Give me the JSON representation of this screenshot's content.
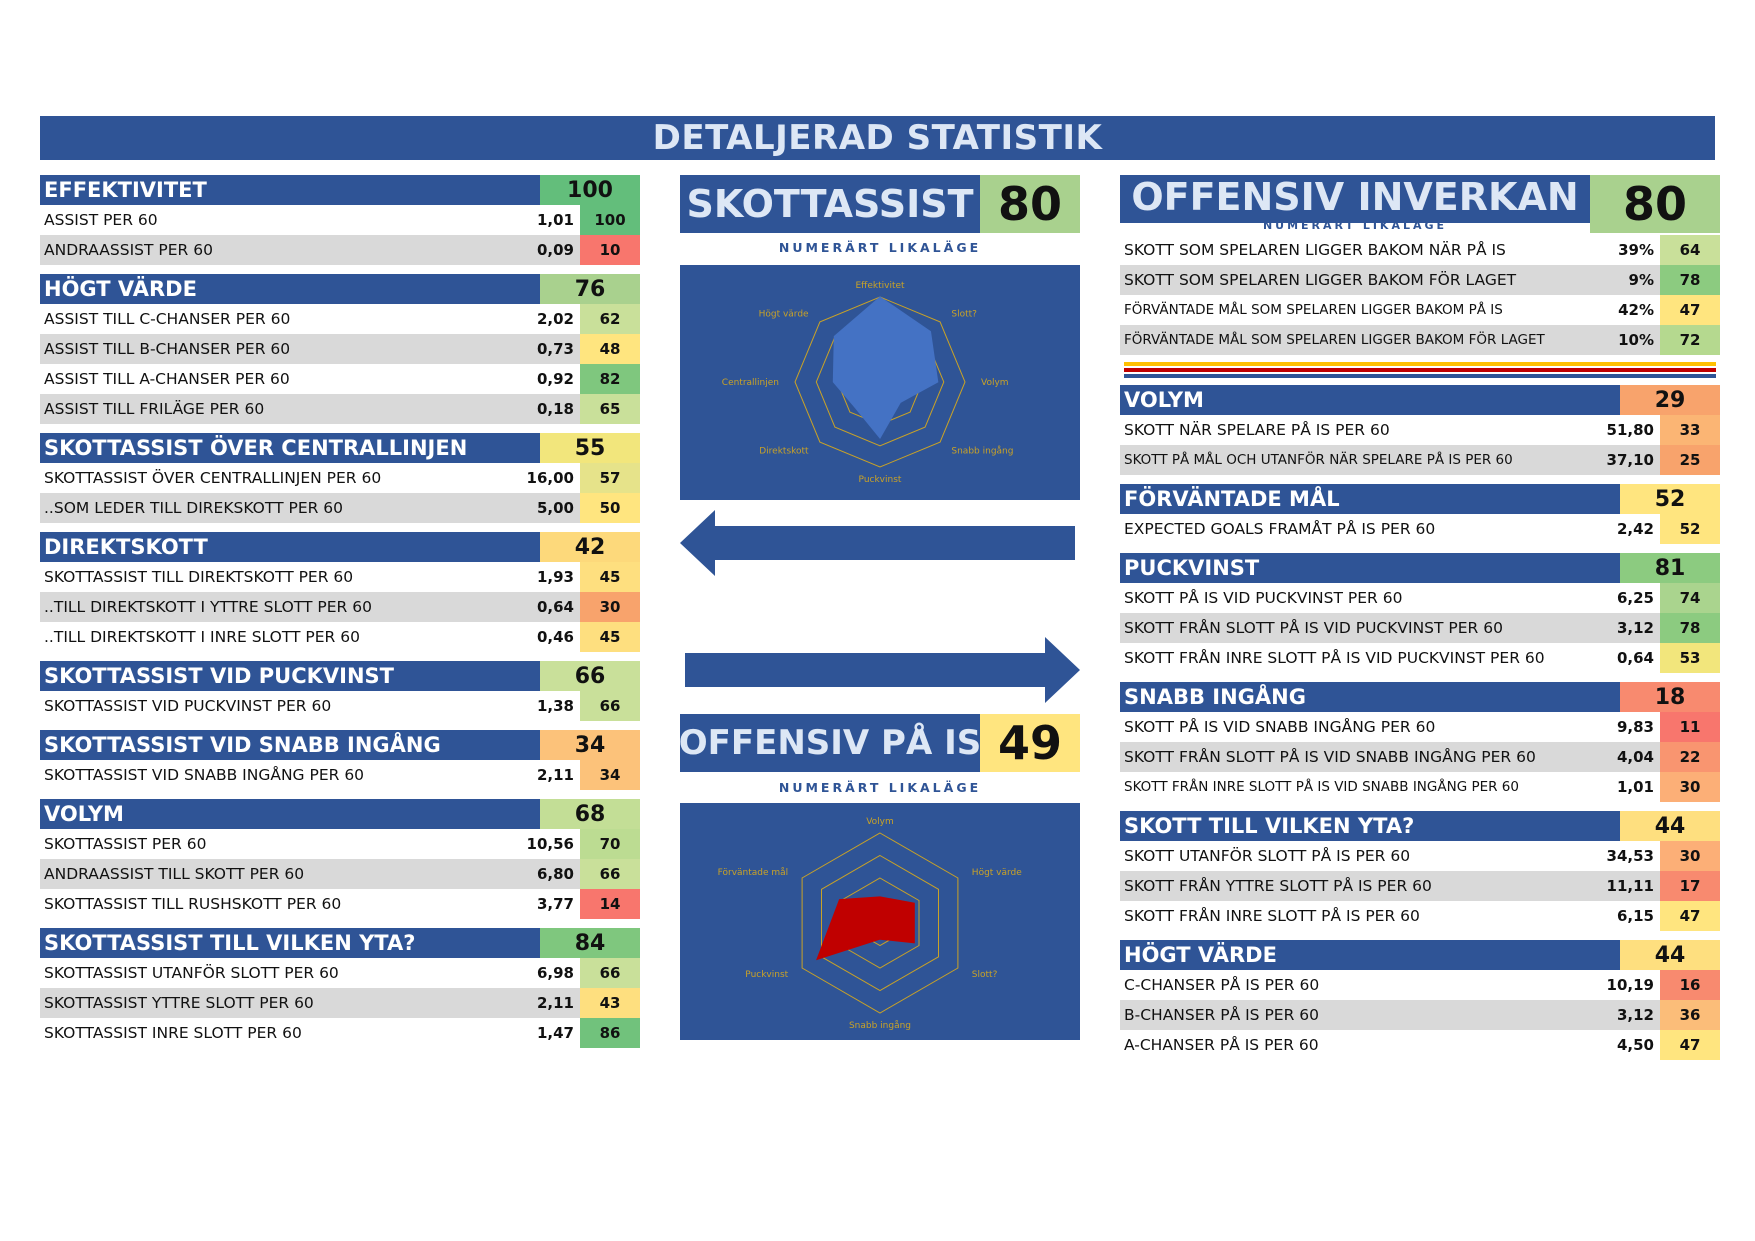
{
  "title": "DETALJERAD STATISTIK",
  "colors": {
    "header_blue": "#2f5496",
    "green_dark": "#63be7b",
    "green": "#a9d18e",
    "green_light": "#c9e09a",
    "yellow": "#ffe57f",
    "orange_light": "#fcc27a",
    "orange": "#f8a36c",
    "red": "#f8766d",
    "radar_blue": "#4472c4",
    "radar_red": "#c00000",
    "radar_grid": "#c9a227"
  },
  "left": [
    {
      "title": "EFFEKTIVITET",
      "score": "100",
      "color": "#63be7b",
      "rows": [
        {
          "label": "ASSIST PER 60",
          "value": "1,01",
          "score": "100",
          "color": "#63be7b"
        },
        {
          "label": "ANDRAASSIST PER 60",
          "value": "0,09",
          "score": "10",
          "color": "#f8766d"
        }
      ]
    },
    {
      "title": "HÖGT VÄRDE",
      "score": "76",
      "color": "#a9d18e",
      "rows": [
        {
          "label": "ASSIST TILL C-CHANSER PER 60",
          "value": "2,02",
          "score": "62",
          "color": "#c9e09a"
        },
        {
          "label": "ASSIST TILL B-CHANSER PER 60",
          "value": "0,73",
          "score": "48",
          "color": "#ffe57f"
        },
        {
          "label": "ASSIST TILL A-CHANSER PER 60",
          "value": "0,92",
          "score": "82",
          "color": "#7fc77e"
        },
        {
          "label": "ASSIST TILL FRILÄGE PER 60",
          "value": "0,18",
          "score": "65",
          "color": "#c9e09a"
        }
      ]
    },
    {
      "title": "SKOTTASSIST ÖVER CENTRALLINJEN",
      "score": "55",
      "color": "#f2e67c",
      "rows": [
        {
          "label": "SKOTTASSIST ÖVER CENTRALLINJEN PER 60",
          "value": "16,00",
          "score": "57",
          "color": "#e6e38a"
        },
        {
          "label": "..SOM LEDER TILL DIREKSKOTT PER 60",
          "value": "5,00",
          "score": "50",
          "color": "#ffe57f"
        }
      ]
    },
    {
      "title": "DIREKTSKOTT",
      "score": "42",
      "color": "#fdd97b",
      "rows": [
        {
          "label": "SKOTTASSIST TILL DIREKTSKOTT PER 60",
          "value": "1,93",
          "score": "45",
          "color": "#fedf7f"
        },
        {
          "label": "..TILL DIREKTSKOTT I YTTRE SLOTT PER 60",
          "value": "0,64",
          "score": "30",
          "color": "#f8a36c"
        },
        {
          "label": "..TILL DIREKTSKOTT I INRE SLOTT PER 60",
          "value": "0,46",
          "score": "45",
          "color": "#fedf7f"
        }
      ]
    },
    {
      "title": "SKOTTASSIST VID PUCKVINST",
      "score": "66",
      "color": "#c9e09a",
      "rows": [
        {
          "label": "SKOTTASSIST VID PUCKVINST PER 60",
          "value": "1,38",
          "score": "66",
          "color": "#c9e09a"
        }
      ]
    },
    {
      "title": "SKOTTASSIST VID SNABB INGÅNG",
      "score": "34",
      "color": "#fcc27a",
      "rows": [
        {
          "label": "SKOTTASSIST VID SNABB INGÅNG PER 60",
          "value": "2,11",
          "score": "34",
          "color": "#fcc27a"
        }
      ]
    },
    {
      "title": "VOLYM",
      "score": "68",
      "color": "#c3de96",
      "rows": [
        {
          "label": "SKOTTASSIST PER 60",
          "value": "10,56",
          "score": "70",
          "color": "#bcdc92"
        },
        {
          "label": "ANDRAASSIST TILL SKOTT PER 60",
          "value": "6,80",
          "score": "66",
          "color": "#c9e09a"
        },
        {
          "label": "SKOTTASSIST TILL RUSHSKOTT PER 60",
          "value": "3,77",
          "score": "14",
          "color": "#f8766d"
        }
      ]
    },
    {
      "title": "SKOTTASSIST TILL VILKEN YTA?",
      "score": "84",
      "color": "#7fc77e",
      "rows": [
        {
          "label": "SKOTTASSIST UTANFÖR SLOTT PER 60",
          "value": "6,98",
          "score": "66",
          "color": "#c9e09a"
        },
        {
          "label": "SKOTTASSIST YTTRE SLOTT PER 60",
          "value": "2,11",
          "score": "43",
          "color": "#fedf7f"
        },
        {
          "label": "SKOTTASSIST INRE SLOTT PER 60",
          "value": "1,47",
          "score": "86",
          "color": "#71c27c"
        }
      ]
    }
  ],
  "middle": {
    "top": {
      "title": "SKOTTASSIST",
      "score": "80",
      "color": "#a9d18e",
      "caption": "NUMERÄRT LIKALÄGE",
      "radar_labels": [
        "Effektivitet",
        "Slott?",
        "Volym",
        "Snabb ingång",
        "Puckvinst",
        "Direktskott",
        "Centrallinjen",
        "Högt värde"
      ],
      "radar_values": [
        100,
        84,
        68,
        34,
        66,
        42,
        55,
        76
      ]
    },
    "bottom": {
      "title": "OFFENSIV PÅ IS",
      "score": "49",
      "color": "#ffe57f",
      "caption": "NUMERÄRT LIKALÄGE",
      "radar_labels": [
        "Volym",
        "Högt värde",
        "Slott?",
        "Snabb ingång",
        "Puckvinst",
        "Förväntade mål"
      ],
      "radar_values": [
        29,
        44,
        44,
        18,
        81,
        52
      ]
    }
  },
  "right_top": {
    "title": "OFFENSIV INVERKAN",
    "caption": "NUMERÄRT LIKALÄGE",
    "score": "80",
    "color": "#a9d18e",
    "rows": [
      {
        "label": "SKOTT SOM SPELAREN LIGGER BAKOM NÄR PÅ IS",
        "value": "39%",
        "score": "64",
        "color": "#c9e09a"
      },
      {
        "label": "SKOTT SOM SPELAREN LIGGER BAKOM FÖR LAGET",
        "value": "9%",
        "score": "78",
        "color": "#8ccb80"
      },
      {
        "label": "FÖRVÄNTADE MÅL SOM SPELAREN LIGGER BAKOM PÅ IS",
        "value": "42%",
        "score": "47",
        "color": "#ffe57f",
        "small": true
      },
      {
        "label": "FÖRVÄNTADE MÅL SOM SPELAREN LIGGER BAKOM FÖR LAGET",
        "value": "10%",
        "score": "72",
        "color": "#b5d98f",
        "small": true
      }
    ]
  },
  "right": [
    {
      "title": "VOLYM",
      "score": "29",
      "color": "#f8a36c",
      "rows": [
        {
          "label": "SKOTT NÄR SPELARE PÅ IS PER 60",
          "value": "51,80",
          "score": "33",
          "color": "#fbb574"
        },
        {
          "label": "SKOTT PÅ MÅL OCH UTANFÖR NÄR SPELARE PÅ IS PER 60",
          "value": "37,10",
          "score": "25",
          "color": "#f8a36c",
          "small": true
        }
      ]
    },
    {
      "title": "FÖRVÄNTADE MÅL",
      "score": "52",
      "color": "#ffe57f",
      "rows": [
        {
          "label": "EXPECTED GOALS FRAMÅT PÅ IS PER 60",
          "value": "2,42",
          "score": "52",
          "color": "#ffe57f"
        }
      ]
    },
    {
      "title": "PUCKVINST",
      "score": "81",
      "color": "#8ccb80",
      "rows": [
        {
          "label": "SKOTT PÅ IS VID PUCKVINST PER 60",
          "value": "6,25",
          "score": "74",
          "color": "#aad48e"
        },
        {
          "label": "SKOTT FRÅN SLOTT PÅ IS VID PUCKVINST PER 60",
          "value": "3,12",
          "score": "78",
          "color": "#8ccb80"
        },
        {
          "label": "SKOTT FRÅN INRE SLOTT PÅ IS VID PUCKVINST PER 60",
          "value": "0,64",
          "score": "53",
          "color": "#f2e67c"
        }
      ]
    },
    {
      "title": "SNABB INGÅNG",
      "score": "18",
      "color": "#f88a6f",
      "rows": [
        {
          "label": "SKOTT PÅ IS VID SNABB INGÅNG PER 60",
          "value": "9,83",
          "score": "11",
          "color": "#f8766d"
        },
        {
          "label": "SKOTT FRÅN SLOTT PÅ IS VID SNABB INGÅNG PER 60",
          "value": "4,04",
          "score": "22",
          "color": "#f99570"
        },
        {
          "label": "SKOTT FRÅN INRE SLOTT PÅ IS VID SNABB INGÅNG PER 60",
          "value": "1,01",
          "score": "30",
          "color": "#fcaf77",
          "small": true
        }
      ]
    },
    {
      "title": "SKOTT TILL VILKEN YTA?",
      "score": "44",
      "color": "#fedf7f",
      "rows": [
        {
          "label": "SKOTT UTANFÖR SLOTT PÅ IS PER 60",
          "value": "34,53",
          "score": "30",
          "color": "#fcaf77"
        },
        {
          "label": "SKOTT FRÅN YTTRE SLOTT PÅ IS PER 60",
          "value": "11,11",
          "score": "17",
          "color": "#f88a6f"
        },
        {
          "label": "SKOTT FRÅN INRE SLOTT PÅ IS PER 60",
          "value": "6,15",
          "score": "47",
          "color": "#ffe57f"
        }
      ]
    },
    {
      "title": "HÖGT VÄRDE",
      "score": "44",
      "color": "#fedf7f",
      "rows": [
        {
          "label": "C-CHANSER PÅ IS PER 60",
          "value": "10,19",
          "score": "16",
          "color": "#f88a6f"
        },
        {
          "label": "B-CHANSER PÅ IS PER 60",
          "value": "3,12",
          "score": "36",
          "color": "#fbbd79"
        },
        {
          "label": "A-CHANSER PÅ IS PER 60",
          "value": "4,50",
          "score": "47",
          "color": "#ffe57f"
        }
      ]
    }
  ]
}
